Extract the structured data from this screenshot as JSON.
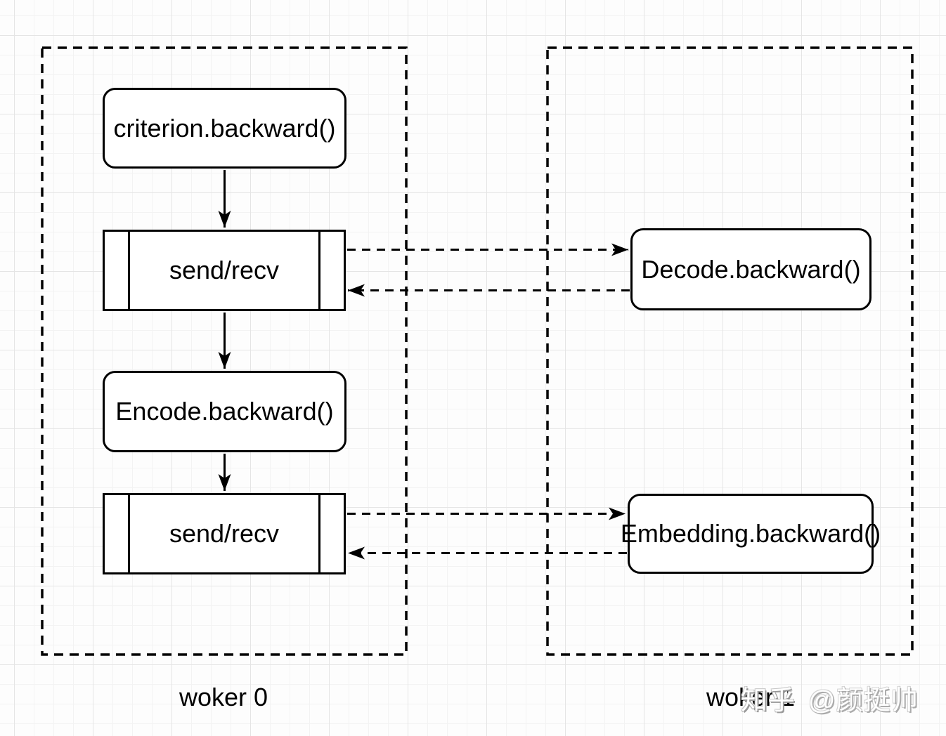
{
  "diagram": {
    "type": "pipeline-parallel-backward-flow",
    "workers": {
      "worker0": {
        "label": "woker 0"
      },
      "worker1": {
        "label": "woker 1"
      }
    },
    "nodes": {
      "criterion": {
        "label": "criterion.backward()"
      },
      "send_recv_top": {
        "label": "send/recv"
      },
      "encode": {
        "label": "Encode.backward()"
      },
      "send_recv_bottom": {
        "label": "send/recv"
      },
      "decode": {
        "label": "Decode.backward()"
      },
      "embedding": {
        "label": "Embedding.backward()"
      }
    },
    "edges": [
      {
        "from": "criterion",
        "to": "send_recv_top",
        "style": "solid-arrow"
      },
      {
        "from": "send_recv_top",
        "to": "encode",
        "style": "solid-arrow"
      },
      {
        "from": "encode",
        "to": "send_recv_bottom",
        "style": "solid-arrow"
      },
      {
        "from": "send_recv_top",
        "to": "decode",
        "style": "dashed-arrow"
      },
      {
        "from": "decode",
        "to": "send_recv_top",
        "style": "dashed-arrow"
      },
      {
        "from": "send_recv_bottom",
        "to": "embedding",
        "style": "dashed-arrow"
      },
      {
        "from": "embedding",
        "to": "send_recv_bottom",
        "style": "dashed-arrow"
      }
    ],
    "colors": {
      "stroke": "#000000",
      "shape_fill": "#ffffff",
      "grid_minor": "#f3f3f3",
      "grid_major": "#e5e5e5",
      "watermark_gray": "#9a9a9a"
    }
  },
  "watermark": {
    "brand": "知乎",
    "author": "@颜挺帅"
  }
}
